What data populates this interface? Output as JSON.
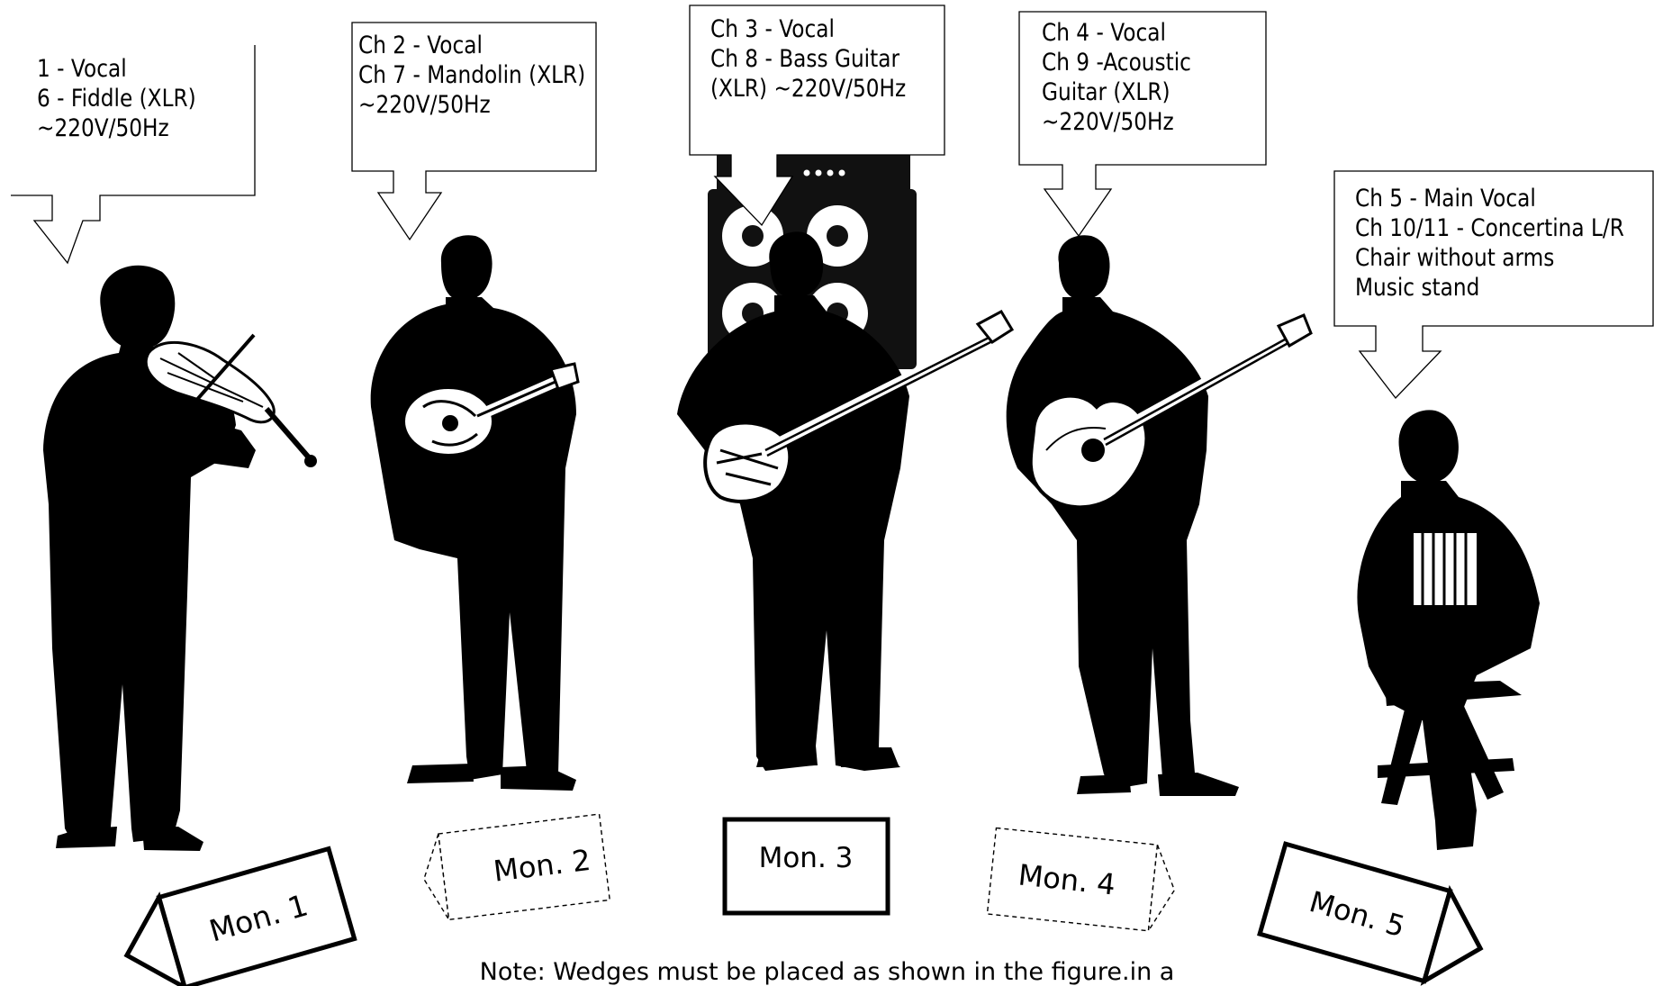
{
  "callouts": [
    {
      "id": "performer-1",
      "lines": [
        "1 - Vocal",
        "6 - Fiddle (XLR)",
        "~220V/50Hz"
      ]
    },
    {
      "id": "performer-2",
      "lines": [
        "Ch 2 - Vocal",
        "Ch 7 - Mandolin (XLR)",
        "~220V/50Hz"
      ]
    },
    {
      "id": "performer-3",
      "lines": [
        "Ch 3 - Vocal",
        "Ch 8 - Bass Guitar",
        "(XLR) ~220V/50Hz"
      ]
    },
    {
      "id": "performer-4",
      "lines": [
        "Ch 4 - Vocal",
        "Ch 9 -Acoustic",
        "Guitar (XLR)",
        "~220V/50Hz"
      ]
    },
    {
      "id": "performer-5",
      "lines": [
        "Ch 5 - Main Vocal",
        "Ch 10/11 - Concertina L/R",
        "Chair without arms",
        "Music stand"
      ]
    }
  ],
  "monitors": [
    "Mon. 1",
    "Mon. 2",
    "Mon. 3",
    "Mon. 4",
    "Mon. 5"
  ],
  "note": "Note: Wedges must be placed as shown in the figure.in a",
  "colors": {
    "ink": "#000000",
    "paper": "#ffffff"
  }
}
